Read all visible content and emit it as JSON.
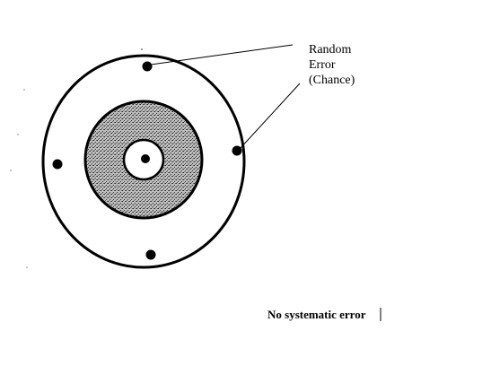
{
  "diagram": {
    "callout": {
      "line1": "Random",
      "line2": "Error",
      "line3": "(Chance)"
    },
    "caption": "No systematic error"
  }
}
